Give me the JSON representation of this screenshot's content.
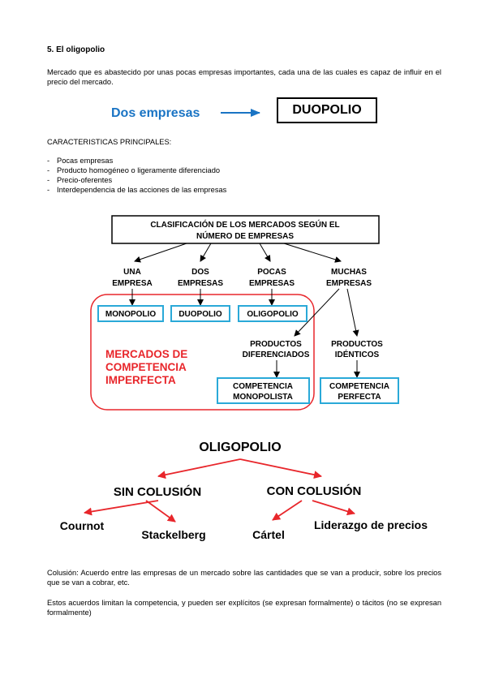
{
  "section_title": "5. El oligopolio",
  "intro": "Mercado que es abastecido por unas pocas empresas importantes, cada una de las cuales es capaz de influir en el precio del mercado.",
  "duopolio_row": {
    "left": "Dos empresas",
    "right": "DUOPOLIO",
    "accent_color": "#1a74c4"
  },
  "caracteristicas_title": "CARACTERISTICAS PRINCIPALES:",
  "caracteristicas": [
    "Pocas empresas",
    "Producto homogéneo o ligeramente diferenciado",
    "Precio-oferentes",
    "Interdependencia de las acciones de las empresas"
  ],
  "diagram1": {
    "title_line1": "CLASIFICACIÓN DE LOS MERCADOS SEGÚN EL",
    "title_line2": "NÚMERO DE EMPRESAS",
    "una": [
      "UNA",
      "EMPRESA"
    ],
    "dos": [
      "DOS",
      "EMPRESAS"
    ],
    "pocas": [
      "POCAS",
      "EMPRESAS"
    ],
    "muchas": [
      "MUCHAS",
      "EMPRESAS"
    ],
    "monopolio": "MONOPOLIO",
    "duopolio": "DUOPOLIO",
    "oligopolio": "OLIGOPOLIO",
    "prod_dif": [
      "PRODUCTOS",
      "DIFERENCIADOS"
    ],
    "prod_ide": [
      "PRODUCTOS",
      "IDÉNTICOS"
    ],
    "comp_mon": [
      "COMPETENCIA",
      "MONOPOLISTA"
    ],
    "comp_per": [
      "COMPETENCIA",
      "PERFECTA"
    ],
    "imperfecta": [
      "MERCADOS DE",
      "COMPETENCIA",
      "IMPERFECTA"
    ],
    "box_color": "#2aa9d8",
    "red_color": "#e8262b"
  },
  "diagram2": {
    "root": "OLIGOPOLIO",
    "sin": "SIN COLUSIÓN",
    "con": "CON COLUSIÓN",
    "cournot": "Cournot",
    "stackelberg": "Stackelberg",
    "cartel": "Cártel",
    "liderazgo": "Liderazgo de precios"
  },
  "colusion": "Colusión: Acuerdo entre las empresas de un mercado sobre las cantidades que se van a producir, sobre los precios que se van a cobrar, etc.",
  "acuerdos": "Estos acuerdos limitan la competencia, y pueden ser explícitos (se expresan formalmente) o tácitos (no se expresan formalmente)"
}
